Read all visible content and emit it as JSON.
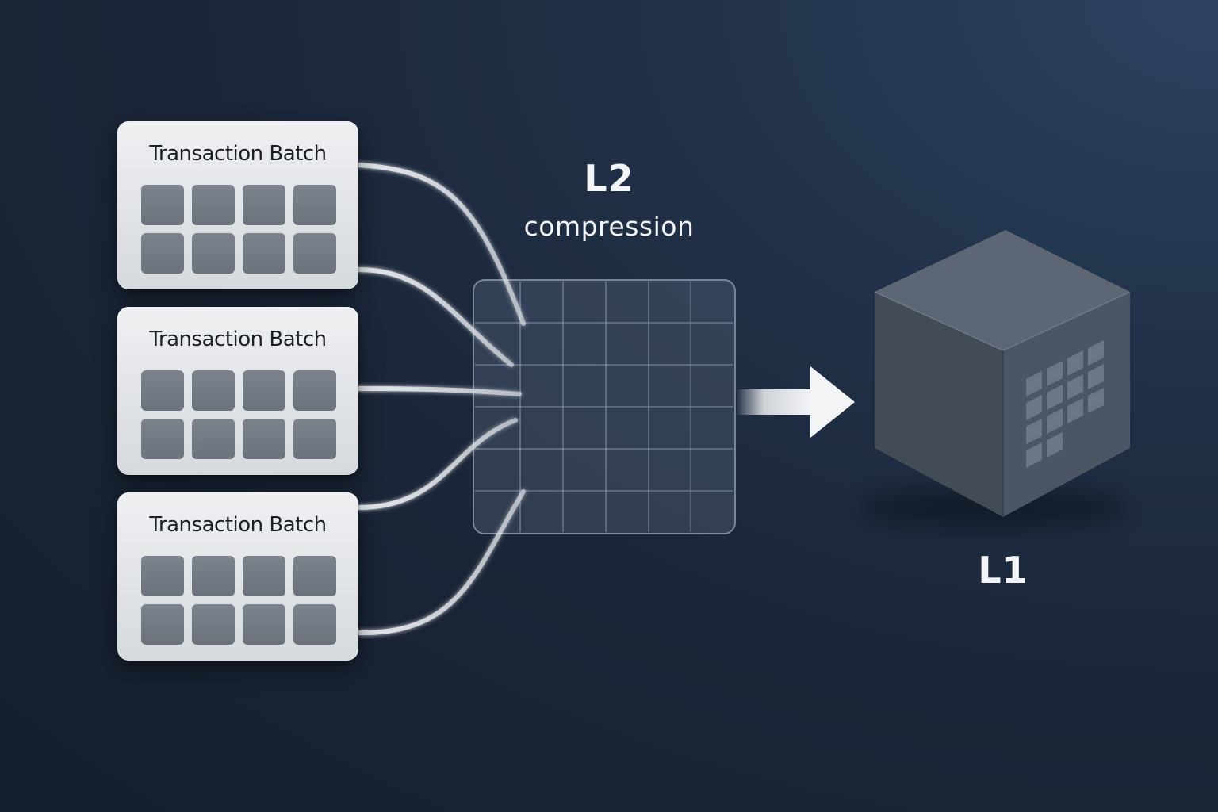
{
  "batches": [
    {
      "title": "Transaction Batch"
    },
    {
      "title": "Transaction Batch"
    },
    {
      "title": "Transaction Batch"
    }
  ],
  "l2": {
    "title": "L2",
    "subtitle": "compression"
  },
  "l1": {
    "title": "L1"
  },
  "colors": {
    "background": "#1b2638",
    "card": "#e4e6e9",
    "cell": "#737a83",
    "grid_stroke": "#8a97a8",
    "cube_front": "#4a5361",
    "cube_side": "#3a424e",
    "cube_top": "#5f6877",
    "arrow": "#f1f2f4"
  },
  "icons": {
    "flow": "connector-curves",
    "arrow": "right-arrow-icon",
    "cube": "cube-icon"
  }
}
